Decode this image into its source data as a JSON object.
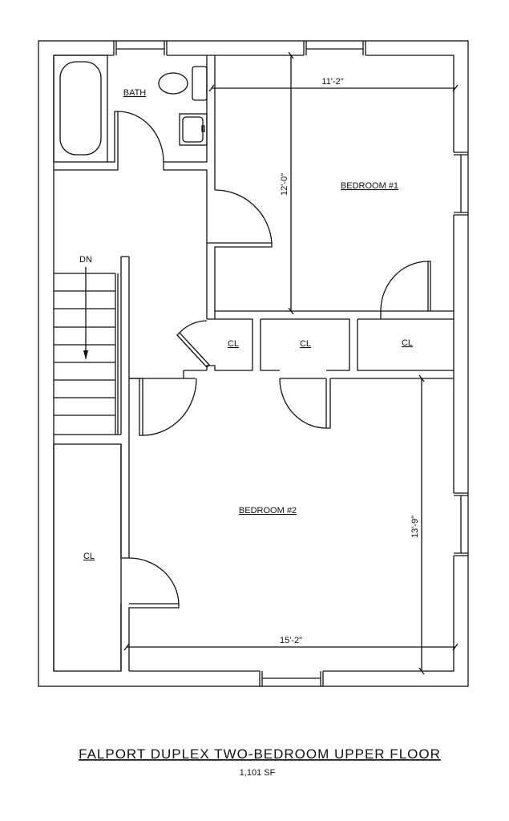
{
  "rooms": {
    "bath": "BATH",
    "bedroom1": "BEDROOM  #1",
    "bedroom2": "BEDROOM  #2",
    "closet1": "CL",
    "closet2": "CL",
    "closet3": "CL",
    "closet4": "CL"
  },
  "stairs_label": "DN",
  "dimensions": {
    "bedroom1_width": "11'-2\"",
    "bedroom1_depth": "12'-0\"",
    "bedroom2_width": "15'-2\"",
    "bedroom2_depth": "13'-9\""
  },
  "title": "FALPORT DUPLEX TWO-BEDROOM UPPER FLOOR",
  "area": "1,101 SF"
}
